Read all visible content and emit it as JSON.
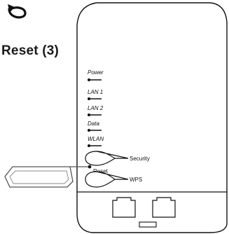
{
  "section": {
    "title": "Reset (3)",
    "back_icon": "undo-arrow-icon"
  },
  "device": {
    "led_indicators": [
      {
        "id": "power",
        "label": "Power"
      },
      {
        "id": "lan1",
        "label": "LAN 1"
      },
      {
        "id": "lan2",
        "label": "LAN 2"
      },
      {
        "id": "data",
        "label": "Data"
      },
      {
        "id": "wlan",
        "label": "WLAN"
      }
    ],
    "buttons": {
      "security": "Security",
      "reset": "Reset",
      "wps": "WPS"
    },
    "lan_port_count": 2
  },
  "tool": {
    "name": "paperclip-pin-icon"
  },
  "colors": {
    "line": "#111111",
    "tool_outline": "#555555",
    "background": "#ffffff"
  }
}
